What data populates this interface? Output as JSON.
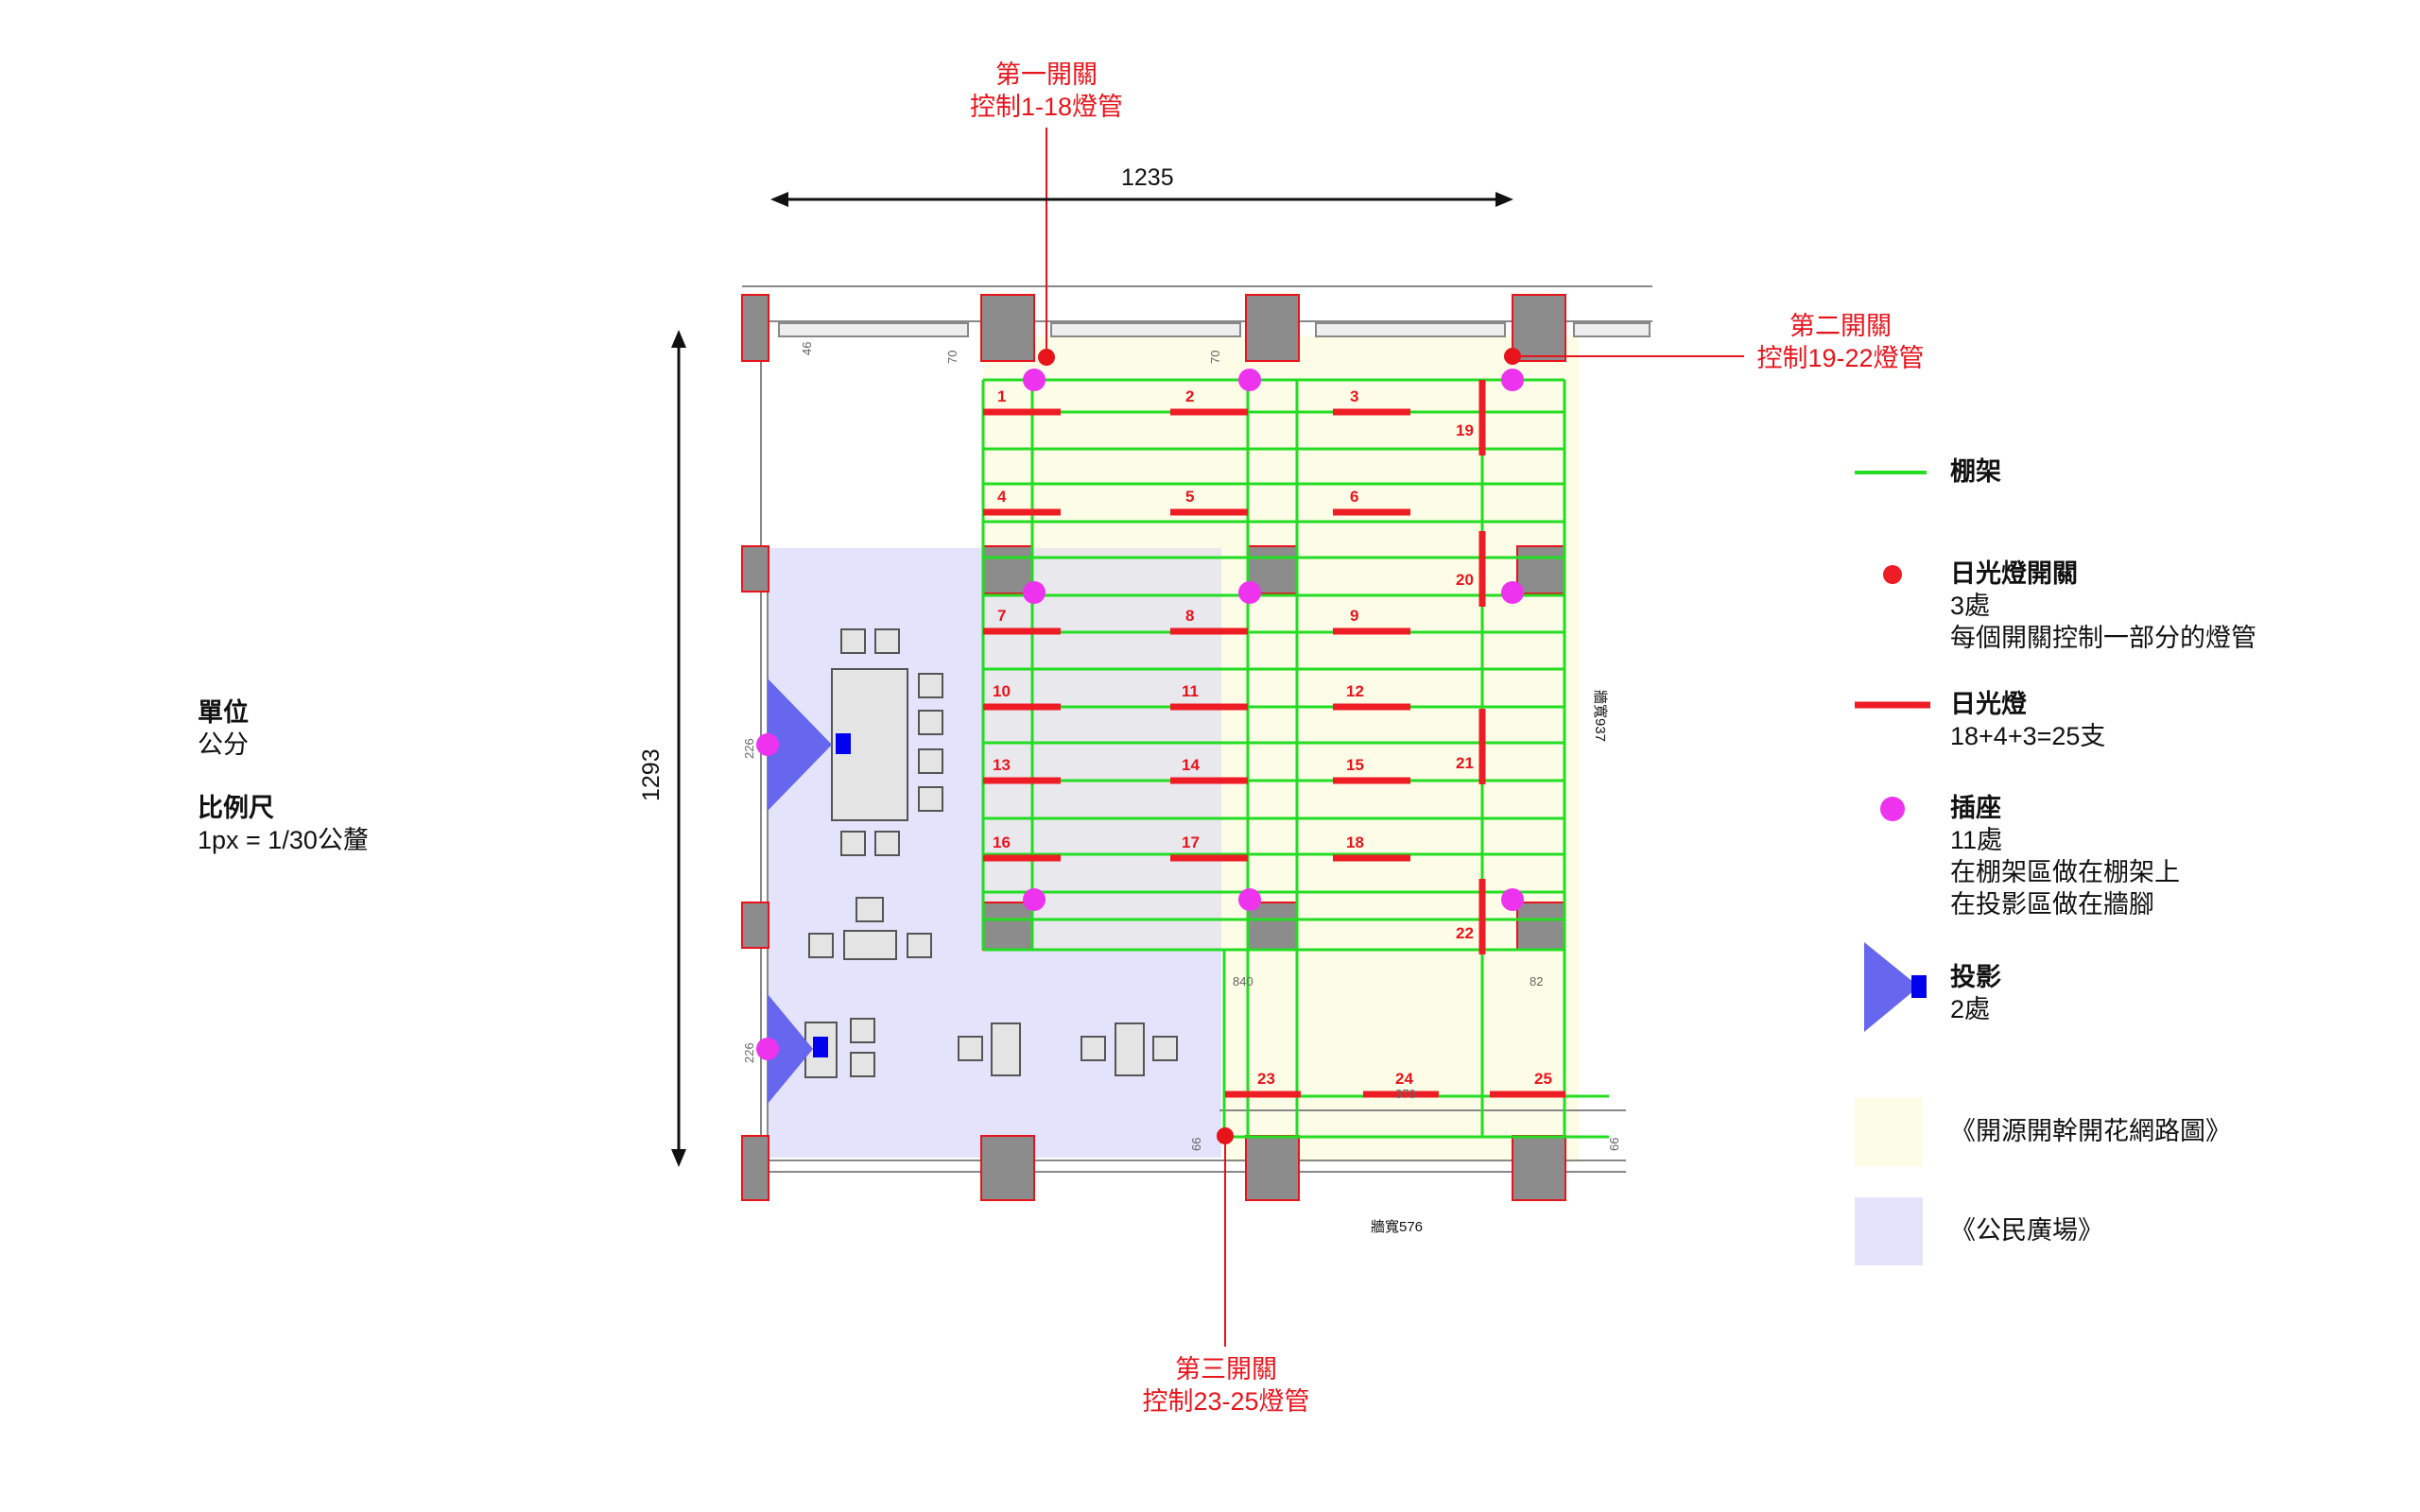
{
  "units": {
    "title": "單位",
    "value": "公分",
    "scale_title": "比例尺",
    "scale_value": "1px = 1/30公釐"
  },
  "dimensions": {
    "width_total": "1235",
    "height_total": "1293",
    "wall_right": "牆寬937",
    "wall_bottom": "牆寬576",
    "small": [
      "46",
      "70",
      "70",
      "226",
      "226",
      "840",
      "82",
      "66",
      "66",
      "370"
    ]
  },
  "switches": [
    {
      "title": "第一開關",
      "desc": "控制1-18燈管"
    },
    {
      "title": "第二開關",
      "desc": "控制19-22燈管"
    },
    {
      "title": "第三開關",
      "desc": "控制23-25燈管"
    }
  ],
  "lights": [
    "1",
    "2",
    "3",
    "4",
    "5",
    "6",
    "7",
    "8",
    "9",
    "10",
    "11",
    "12",
    "13",
    "14",
    "15",
    "16",
    "17",
    "18",
    "19",
    "20",
    "21",
    "22",
    "23",
    "24",
    "25"
  ],
  "legend": {
    "shelf": {
      "label": "棚架",
      "color": "#22dd22"
    },
    "switch": {
      "label": "日光燈開關",
      "lines": [
        "3處",
        "每個開關控制一部分的燈管"
      ],
      "color": "#ee1c24"
    },
    "light": {
      "label": "日光燈",
      "lines": [
        "18+4+3=25支"
      ],
      "color": "#ee1c24"
    },
    "socket": {
      "label": "插座",
      "lines": [
        "11處",
        "在棚架區做在棚架上",
        "在投影區做在牆腳"
      ],
      "color": "#ee33ee"
    },
    "projector": {
      "label": "投影",
      "lines": [
        "2處"
      ],
      "color": "#0000ee"
    },
    "zone_yellow": {
      "label": "《開源開幹開花網路圖》",
      "color": "#fdfce6"
    },
    "zone_blue": {
      "label": "《公民廣場》",
      "color": "#e3e3fb"
    }
  }
}
